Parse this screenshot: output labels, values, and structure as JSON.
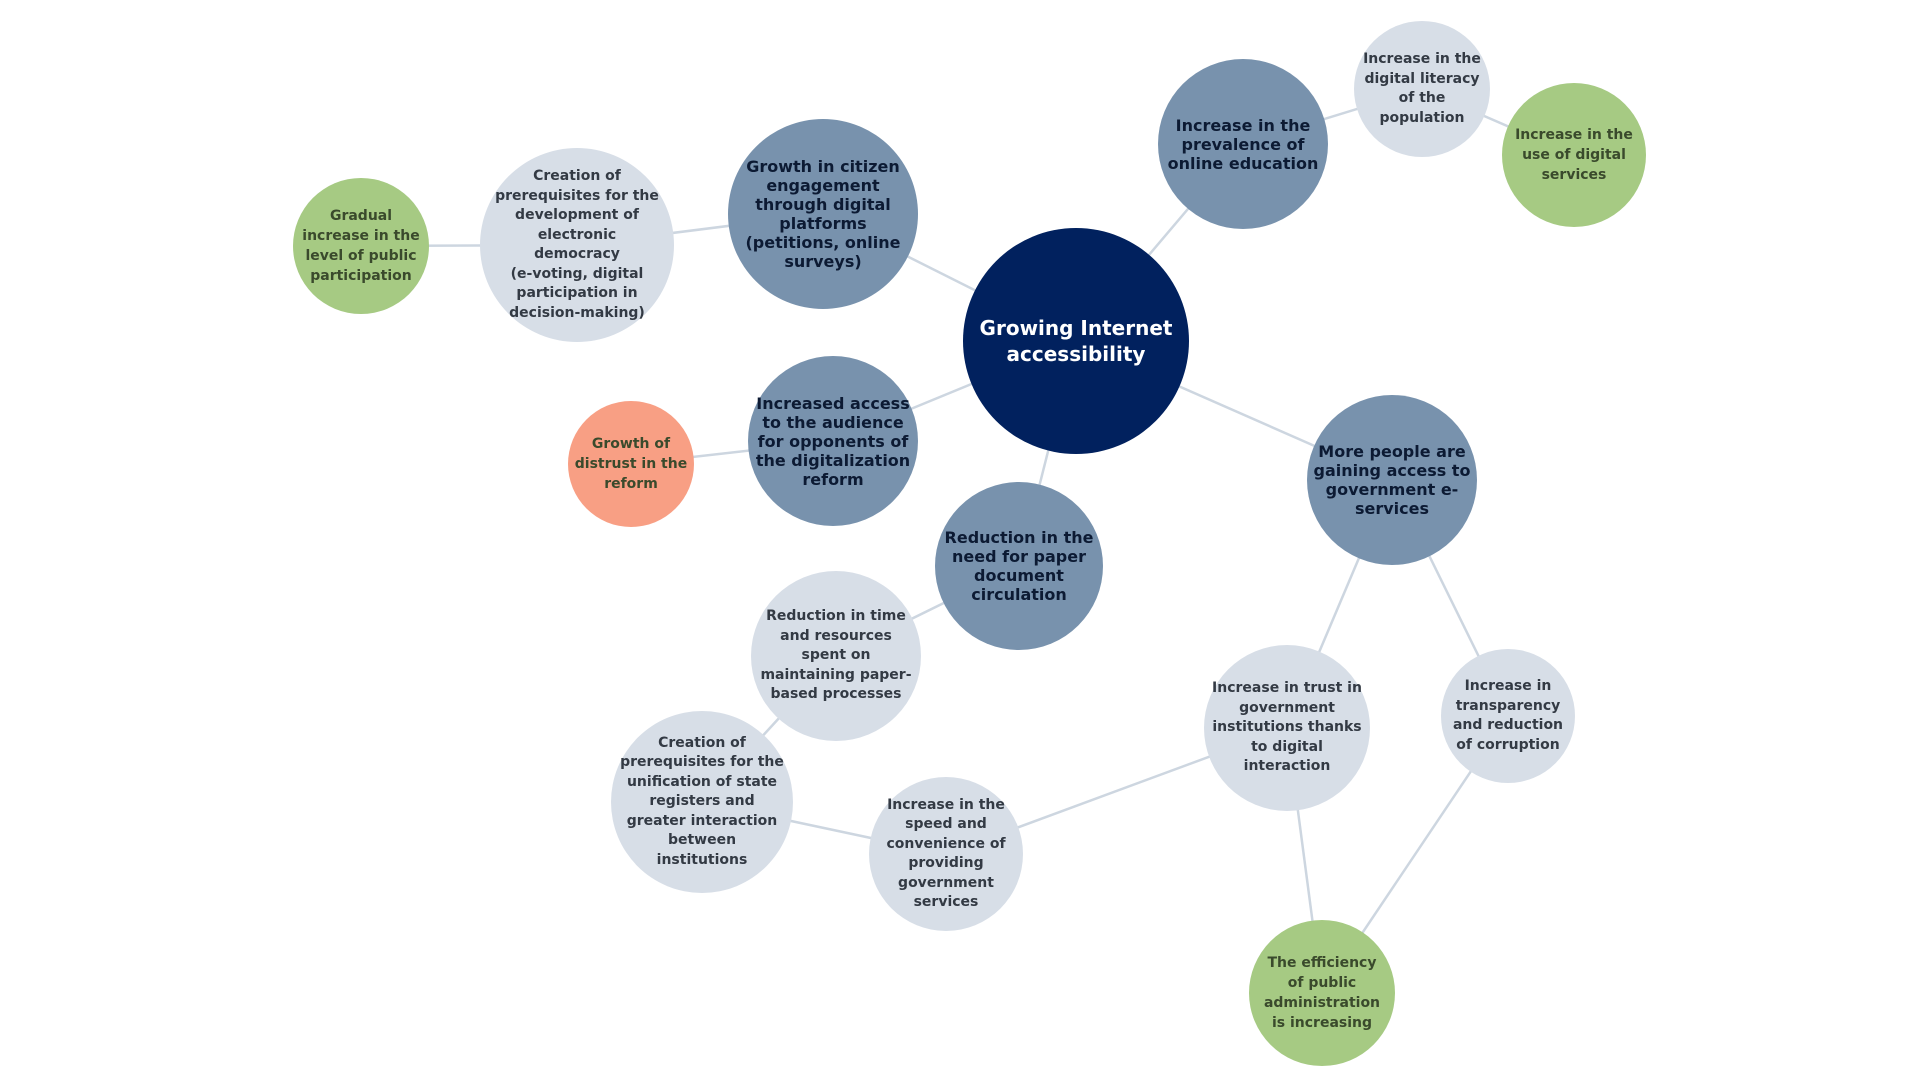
{
  "colors": {
    "central": "#01215e",
    "primary": "#7892ad",
    "secondary": "#d7dee7",
    "positive": "#a6ca83",
    "negative": "#f89f84",
    "edge": "#cdd6e0"
  },
  "nodes": {
    "central": {
      "label": "Growing Internet\naccessibility"
    },
    "citizen_engagement": {
      "label": "Growth in citizen\nengagement\nthrough digital\nplatforms\n(petitions, online\nsurveys)"
    },
    "online_education": {
      "label": "Increase in the\nprevalence of\nonline education"
    },
    "opponents_access": {
      "label": "Increased access\nto the audience\nfor opponents of\nthe digitalization\nreform"
    },
    "paper_reduction": {
      "label": "Reduction in the\nneed for paper\ndocument\ncirculation"
    },
    "gov_eservices": {
      "label": "More people are\ngaining access to\ngovernment e-\nservices"
    },
    "e_democracy": {
      "label": "Creation of\nprerequisites for the\ndevelopment of\nelectronic\ndemocracy\n(e-voting, digital\nparticipation in\ndecision-making)"
    },
    "public_participation": {
      "label": "Gradual\nincrease in the\nlevel of public\nparticipation"
    },
    "digital_literacy": {
      "label": "Increase in the\ndigital literacy\nof the\npopulation"
    },
    "digital_services_use": {
      "label": "Increase in the\nuse of digital\nservices"
    },
    "distrust": {
      "label": "Growth of\ndistrust in the\nreform"
    },
    "time_resources": {
      "label": "Reduction in time\nand resources\nspent on\nmaintaining paper-\nbased processes"
    },
    "state_registers": {
      "label": "Creation of\nprerequisites for the\nunification of state\nregisters and\ngreater interaction\nbetween\ninstitutions"
    },
    "speed_convenience": {
      "label": "Increase in the\nspeed and\nconvenience of\nproviding\ngovernment\nservices"
    },
    "trust_institutions": {
      "label": "Increase in trust in\ngovernment\ninstitutions thanks\nto digital\ninteraction"
    },
    "transparency": {
      "label": "Increase in\ntransparency\nand reduction\nof corruption"
    },
    "admin_efficiency": {
      "label": "The efficiency\nof public\nadministration\nis increasing"
    }
  },
  "edges": [
    [
      "central",
      "citizen_engagement"
    ],
    [
      "central",
      "online_education"
    ],
    [
      "central",
      "opponents_access"
    ],
    [
      "central",
      "paper_reduction"
    ],
    [
      "central",
      "gov_eservices"
    ],
    [
      "citizen_engagement",
      "e_democracy"
    ],
    [
      "e_democracy",
      "public_participation"
    ],
    [
      "online_education",
      "digital_literacy"
    ],
    [
      "digital_literacy",
      "digital_services_use"
    ],
    [
      "opponents_access",
      "distrust"
    ],
    [
      "paper_reduction",
      "time_resources"
    ],
    [
      "time_resources",
      "state_registers"
    ],
    [
      "state_registers",
      "speed_convenience"
    ],
    [
      "speed_convenience",
      "trust_institutions"
    ],
    [
      "gov_eservices",
      "trust_institutions"
    ],
    [
      "gov_eservices",
      "transparency"
    ],
    [
      "trust_institutions",
      "admin_efficiency"
    ],
    [
      "transparency",
      "admin_efficiency"
    ]
  ]
}
